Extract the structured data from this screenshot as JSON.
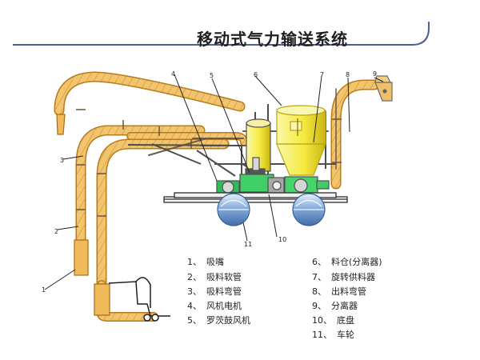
{
  "title": "移动式气力输送系统",
  "callouts": [
    "1",
    "2",
    "3",
    "4",
    "5",
    "6",
    "7",
    "8",
    "9",
    "10",
    "11"
  ],
  "legend": [
    {
      "num": "1、",
      "name": "吸嘴"
    },
    {
      "num": "2、",
      "name": "吸料软管"
    },
    {
      "num": "3、",
      "name": "吸料弯管"
    },
    {
      "num": "4、",
      "name": "风机电机"
    },
    {
      "num": "5、",
      "name": "罗茨鼓风机"
    },
    {
      "num": "6、",
      "name": "料仓(分离器)"
    },
    {
      "num": "7、",
      "name": "旋转供料器"
    },
    {
      "num": "8、",
      "name": "出料弯管"
    },
    {
      "num": "9、",
      "name": "分离器"
    },
    {
      "num": "10、",
      "name": "底盘"
    },
    {
      "num": "11、",
      "name": "车轮"
    }
  ],
  "colors": {
    "pipe": "#f2c46e",
    "pipe_edge": "#b37b19",
    "tank": "#f7ef56",
    "tank_edge": "#b7a514",
    "machine": "#3fd46a",
    "steel": "#d6dde6",
    "wheel": "#b6c7df",
    "frame": "#4d4d4d"
  }
}
